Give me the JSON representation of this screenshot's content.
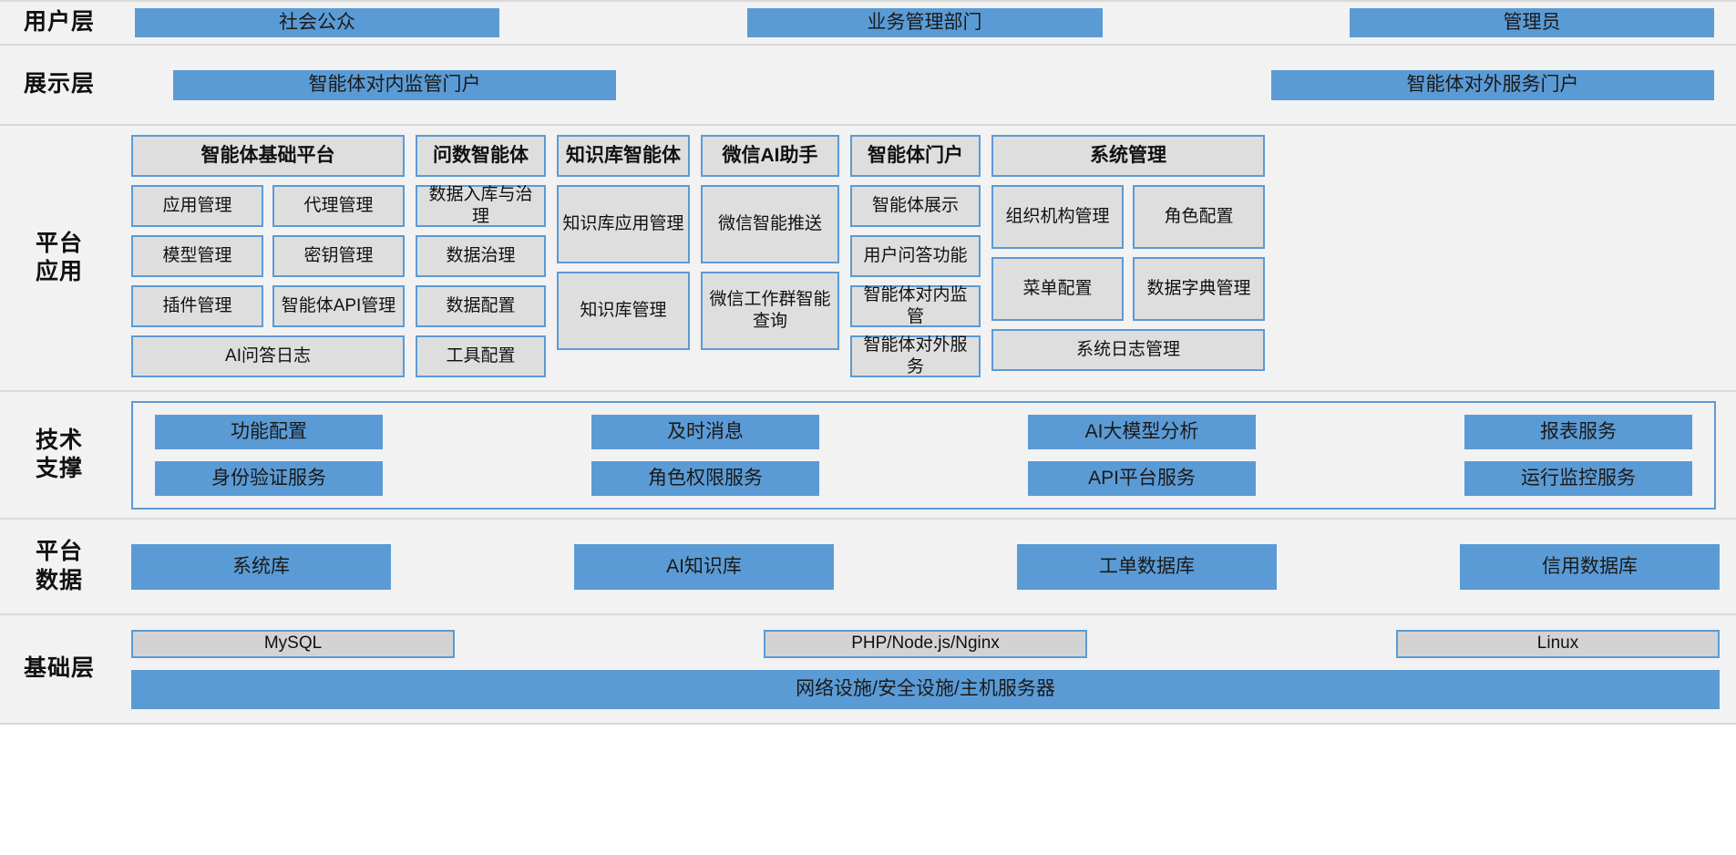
{
  "colors": {
    "blue": "#5b9bd5",
    "grey_box": "#dedede",
    "grey_plain": "#d3d3d3",
    "band_bg": "#f2f2f2",
    "band_border": "#d9d9d9"
  },
  "layers": {
    "users": {
      "label": "用户层",
      "items": [
        "社会公众",
        "业务管理部门",
        "管理员"
      ]
    },
    "presentation": {
      "label": "展示层",
      "items": [
        "智能体对内监管门户",
        "智能体对外服务门户"
      ]
    },
    "platform_apps": {
      "label": "平台\n应用",
      "columns": [
        {
          "header": "智能体基础平台",
          "pairs": [
            [
              "应用管理",
              "代理管理"
            ],
            [
              "模型管理",
              "密钥管理"
            ],
            [
              "插件管理",
              "智能体API管理"
            ]
          ],
          "full": [
            "AI问答日志"
          ]
        },
        {
          "header": "问数智能体",
          "items": [
            "数据入库与治理",
            "数据治理",
            "数据配置",
            "工具配置"
          ]
        },
        {
          "header": "知识库智能体",
          "items": [
            "知识库应用管理",
            "知识库管理"
          ]
        },
        {
          "header": "微信AI助手",
          "items": [
            "微信智能推送",
            "微信工作群智能查询"
          ]
        },
        {
          "header": "智能体门户",
          "items": [
            "智能体展示",
            "用户问答功能",
            "智能体对内监管",
            "智能体对外服务"
          ]
        },
        {
          "header": "系统管理",
          "pairs": [
            [
              "组织机构管理",
              "角色配置"
            ],
            [
              "菜单配置",
              "数据字典管理"
            ]
          ],
          "full": [
            "系统日志管理"
          ]
        }
      ]
    },
    "tech_support": {
      "label": "技术\n支撑",
      "rows": [
        [
          "功能配置",
          "及时消息",
          "AI大模型分析",
          "报表服务"
        ],
        [
          "身份验证服务",
          "角色权限服务",
          "API平台服务",
          "运行监控服务"
        ]
      ]
    },
    "platform_data": {
      "label": "平台\n数据",
      "items": [
        "系统库",
        "AI知识库",
        "工单数据库",
        "信用数据库"
      ]
    },
    "infrastructure": {
      "label": "基础层",
      "stack_items": [
        "MySQL",
        "PHP/Node.js/Nginx",
        "Linux"
      ],
      "foundation": "网络设施/安全设施/主机服务器"
    }
  }
}
